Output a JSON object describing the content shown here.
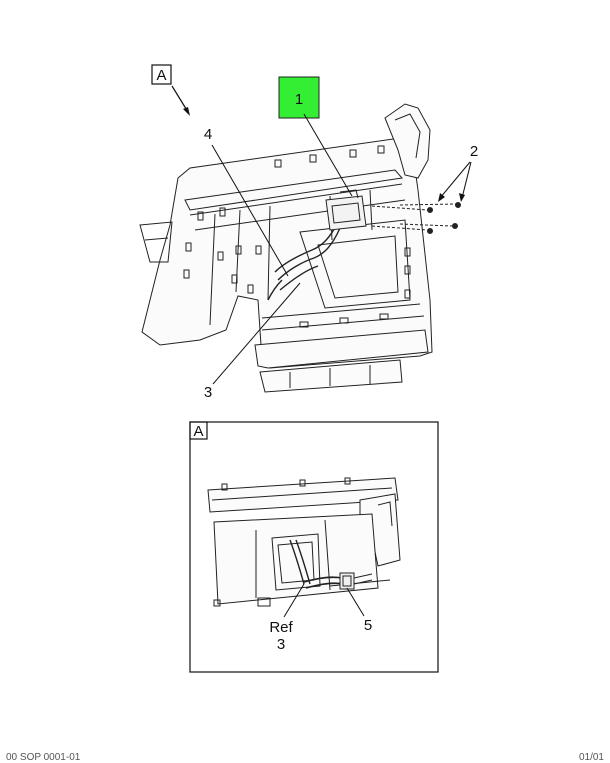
{
  "main_view": {
    "view_label": "A",
    "callouts": {
      "c1": "1",
      "c2": "2",
      "c3": "3",
      "c4": "4"
    },
    "highlight_color": "#33ee33"
  },
  "detail_view": {
    "view_label": "A",
    "callouts": {
      "ref_word": "Ref",
      "ref_num": "3",
      "c5": "5"
    }
  },
  "footer": {
    "left_text": "00 SOP 0001-01",
    "right_text": "01/01"
  }
}
